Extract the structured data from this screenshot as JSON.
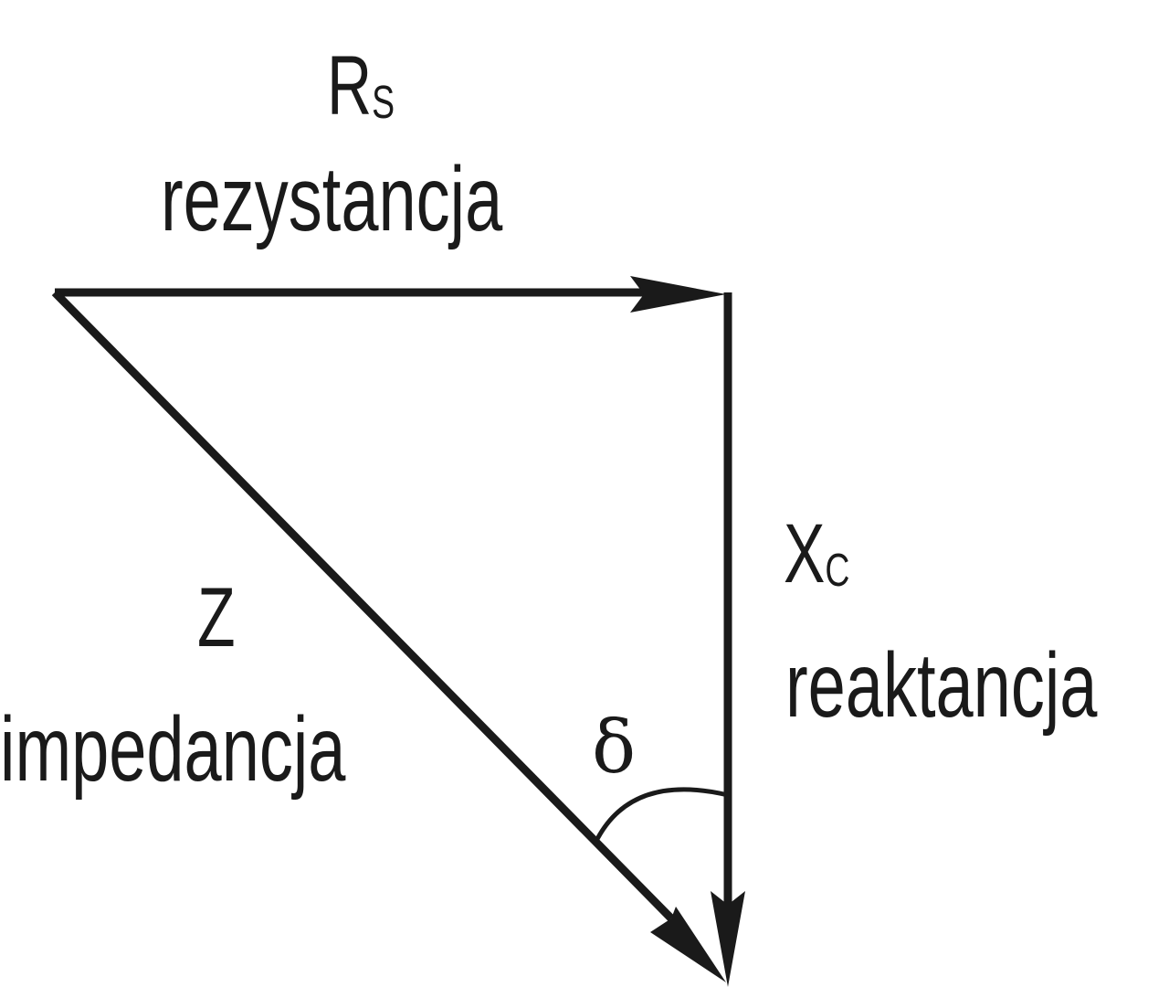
{
  "resistance": {
    "symbol": "R",
    "subscript": "S",
    "label": "rezystancja"
  },
  "reactance": {
    "symbol": "X",
    "subscript": "C",
    "label": "reaktancja"
  },
  "impedance": {
    "symbol": "Z",
    "label": "impedancja"
  },
  "angle": {
    "symbol": "δ"
  },
  "colors": {
    "stroke": "#1a1a1a",
    "background": "#ffffff"
  }
}
